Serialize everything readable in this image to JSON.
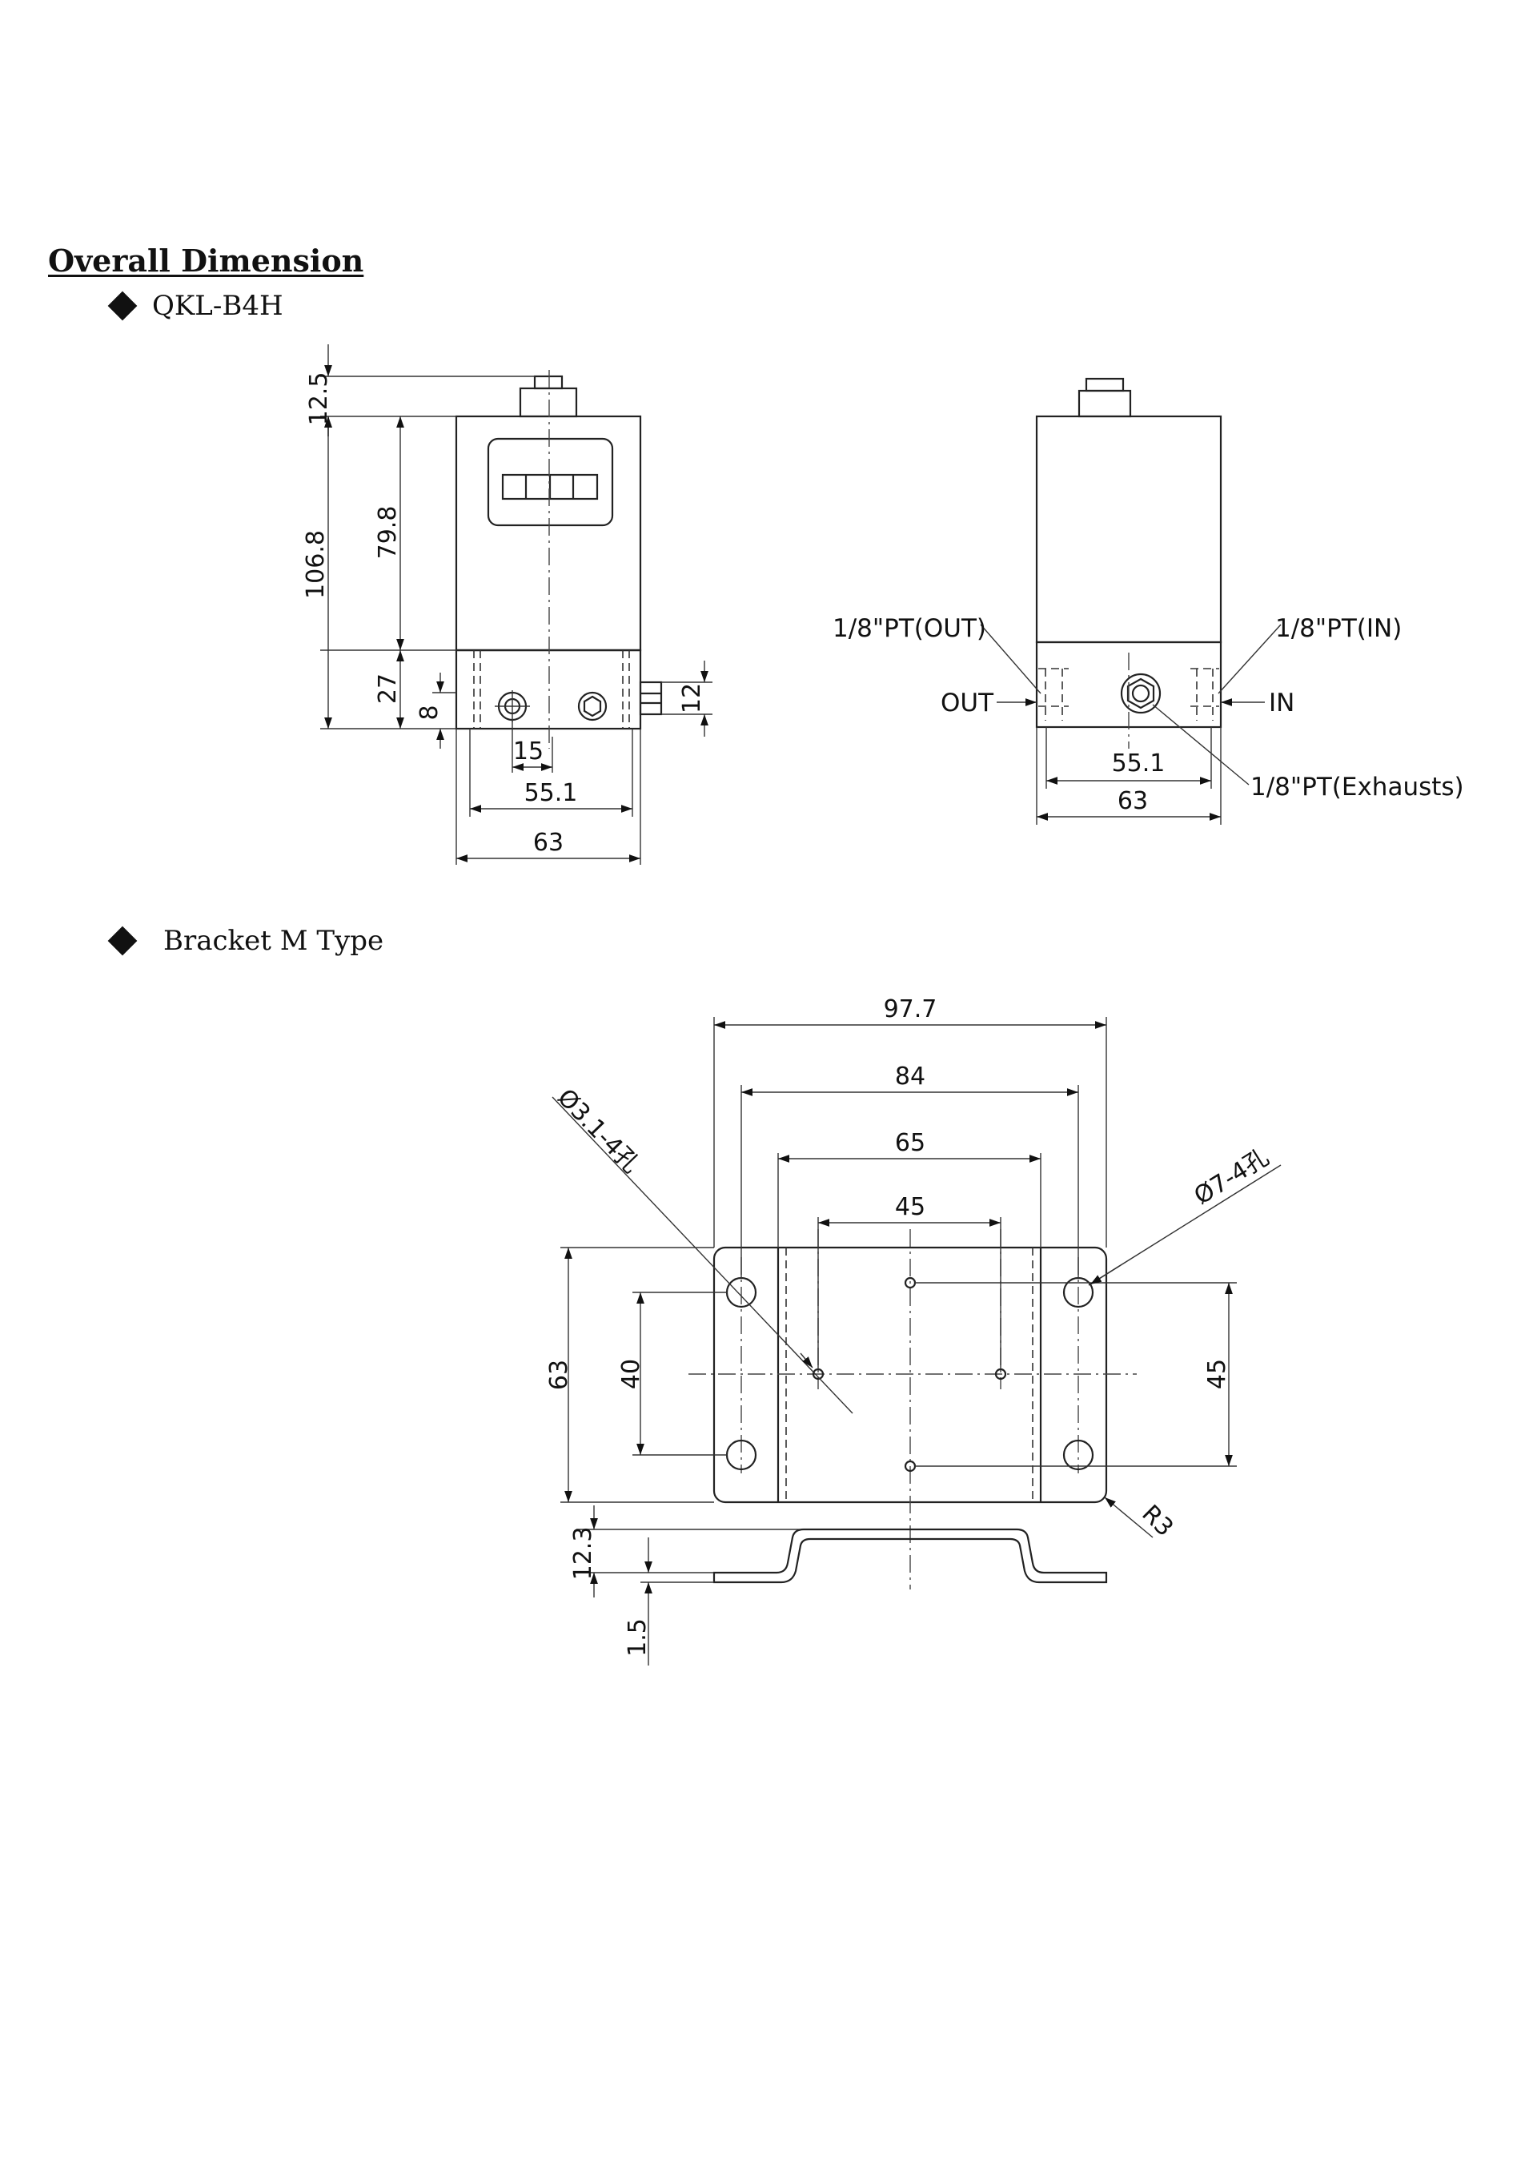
{
  "page": {
    "heading": "Overall Dimension",
    "sections": [
      {
        "title": "QKL-B4H"
      },
      {
        "title": "Bracket M Type"
      }
    ]
  },
  "front_view": {
    "dimensions": {
      "height_top": "12.5",
      "height_total": "106.8",
      "height_body": "79.8",
      "height_base": "27",
      "port_height": "8",
      "port_width": "12",
      "port_spacing": "15",
      "inner_width": "55.1",
      "outer_width": "63"
    }
  },
  "side_view": {
    "labels": {
      "port_out": "1/8\"PT(OUT)",
      "port_in": "1/8\"PT(IN)",
      "out": "OUT",
      "in": "IN",
      "exhaust": "1/8\"PT(Exhausts)"
    },
    "dimensions": {
      "inner_width": "55.1",
      "outer_width": "63"
    }
  },
  "bracket": {
    "dimensions": {
      "total_width": "97.7",
      "hole_span_large": "84",
      "inner_span": "65",
      "small_hole_span": "45",
      "height": "63",
      "large_hole_vspan": "40",
      "small_hole_vspan": "45",
      "small_hole_callout": "Ø3.1-4孔",
      "large_hole_callout": "Ø7-4孔",
      "radius": "R3",
      "bend_height": "12.3",
      "thickness": "1.5"
    }
  }
}
